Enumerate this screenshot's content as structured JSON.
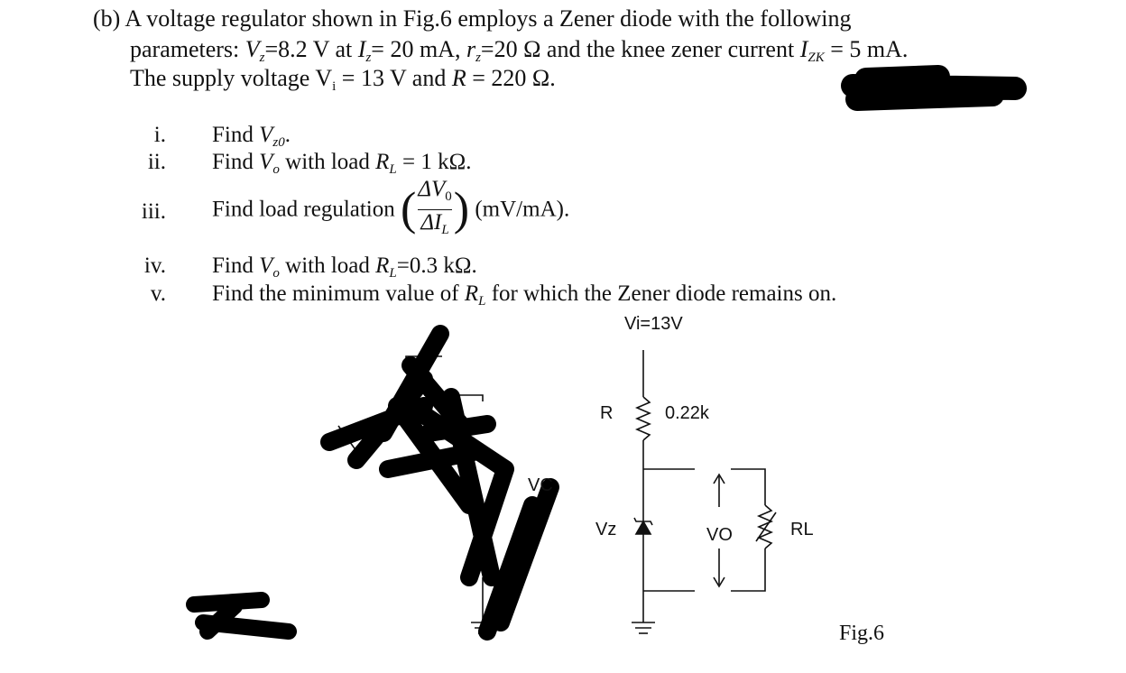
{
  "question": {
    "line1": "(b) A voltage regulator shown in Fig.6 employs a Zener diode with the following",
    "line2_a": "parameters: ",
    "line2_vz": "V",
    "line2_vz_sub": "z",
    "line2_b": "=8.2 V at ",
    "line2_iz": "I",
    "line2_iz_sub": "z",
    "line2_c": "= 20 mA, ",
    "line2_rz": "r",
    "line2_rz_sub": "z",
    "line2_d": "=20 Ω and the knee zener current ",
    "line2_izk": "I",
    "line2_izk_sub": "ZK",
    "line2_e": " = 5 mA.",
    "line3": "The supply voltage V",
    "line3_sub": "i",
    "line3_b": " = 13 V and ",
    "line3_r": "R",
    "line3_c": " = 220 Ω."
  },
  "items": [
    {
      "num": "i.",
      "a": "Find ",
      "v": "V",
      "sub": "z0",
      "b": "."
    },
    {
      "num": "ii.",
      "a": "Find ",
      "v": "V",
      "sub": "o",
      "b": " with load ",
      "r": "R",
      "rsub": "L",
      "c": " = 1 kΩ."
    },
    {
      "num": "iii.",
      "a": "Find load regulation",
      "num_top": "ΔV",
      "num_top_sub": "0",
      "num_bot": "ΔI",
      "num_bot_sub": "L",
      "b": "(mV/mA)."
    },
    {
      "num": "iv.",
      "a": "Find ",
      "v": "V",
      "sub": "o",
      "b": " with load ",
      "r": "R",
      "rsub": "L",
      "c": "=0.3 kΩ."
    },
    {
      "num": "v.",
      "a": "Find the minimum value of ",
      "r": "R",
      "rsub": "L",
      "c": " for which the Zener diode remains on."
    }
  ],
  "circuit": {
    "vi_label": "Vi=13V",
    "r_label": "R",
    "r_value": "0.22k",
    "vz_label": "Vz",
    "vo_label": "VO",
    "rl_label": "RL",
    "partial_vo": "VC",
    "fig_label": "Fig.6"
  },
  "colors": {
    "ink": "#111111",
    "redaction": "#000000"
  }
}
